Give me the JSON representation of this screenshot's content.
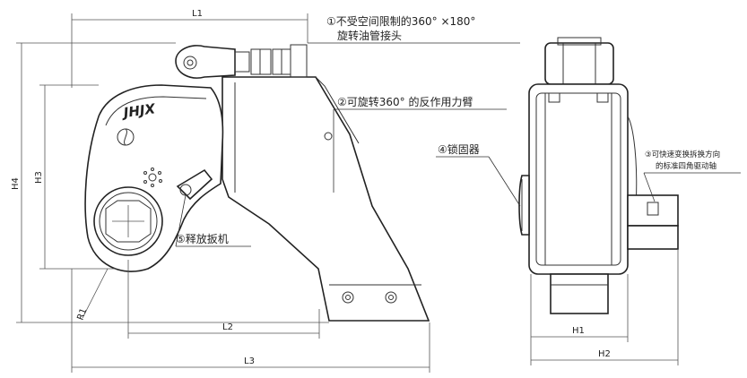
{
  "dimensions": {
    "l1": "L1",
    "l2": "L2",
    "l3": "L3",
    "h1": "H1",
    "h2": "H2",
    "h3": "H3",
    "h4": "H4",
    "r1": "R1"
  },
  "callouts": {
    "c1_line1": "①不受空间限制的360° ×180°",
    "c1_line2": "旋转油管接头",
    "c2": "②可旋转360° 的反作用力臂",
    "c3_line1": "③可快速变换拆换方向",
    "c3_line2": "的标准四角驱动轴",
    "c4": "④锁固器",
    "c5": "⑤释放扳机"
  },
  "brand": {
    "logo": "JHJX"
  }
}
